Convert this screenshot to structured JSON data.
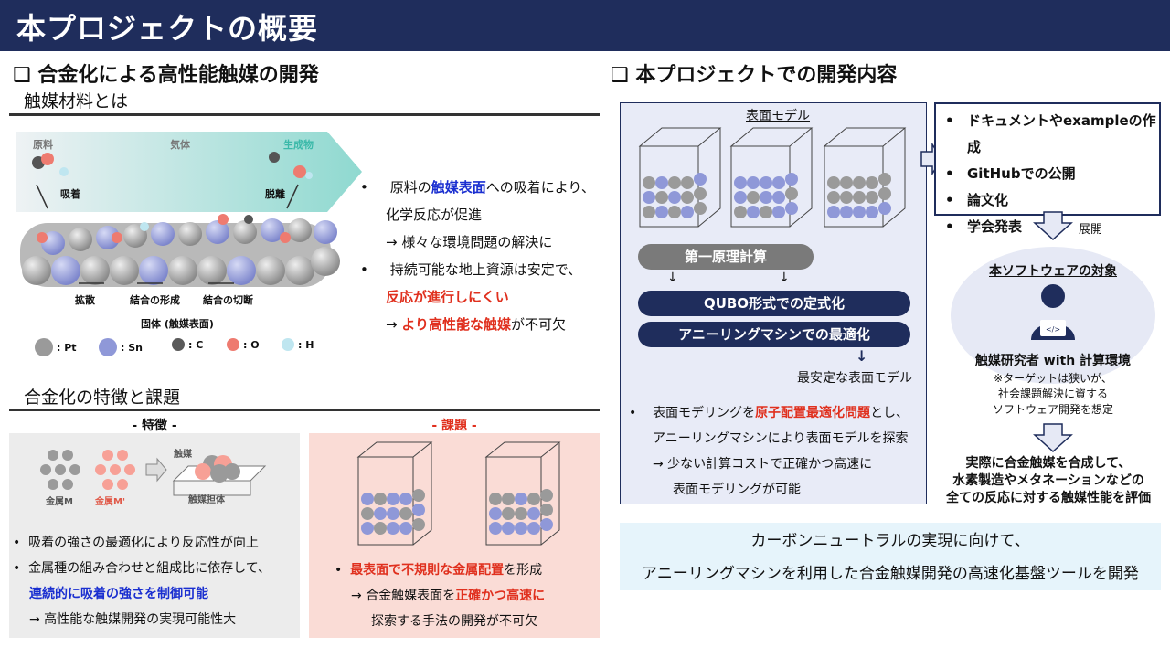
{
  "header": {
    "title": "本プロジェクトの概要"
  },
  "left": {
    "section_title": "❑ 合金化による高性能触媒の開発",
    "sub1": "触媒材料とは",
    "diagram": {
      "raw": "原料",
      "gas": "気体",
      "product": "生成物",
      "adsorb": "吸着",
      "desorb": "脱離",
      "diffuse": "拡散",
      "bond_form": "結合の形成",
      "bond_break": "結合の切断",
      "solid": "固体 (触媒表面)",
      "legend": [
        ": Pt",
        ": Sn",
        ": C",
        ": O",
        ": H"
      ],
      "legend_colors": [
        "#9a9a9a",
        "#8f98d8",
        "#5a5a5a",
        "#ee7b70",
        "#bfe6f0"
      ]
    },
    "bullets1": {
      "b1_pre": "原料の",
      "b1_em": "触媒表面",
      "b1_post": "への吸着により、",
      "b1_line2": "化学反応が促進",
      "b1_line3": "→ 様々な環境問題の解決に",
      "b2_line1": "持続可能な地上資源は安定で、",
      "b2_line2": "反応が進行しにくい",
      "b2_line3_pre": "→ ",
      "b2_line3_em": "より高性能な触媒",
      "b2_line3_post": "が不可欠"
    },
    "sub2": "合金化の特徴と課題",
    "feature": {
      "heading": "- 特徴 -",
      "metalM": "金属M",
      "metalM2": "金属M'",
      "catalyst": "触媒",
      "support": "触媒担体",
      "b1": "吸着の強さの最適化により反応性が向上",
      "b2": "金属種の組み合わせと組成比に依存して、",
      "b2_em": "連続的に吸着の強さを制御可能",
      "b3": "→ 高性能な触媒開発の実現可能性大"
    },
    "issue": {
      "heading": "- 課題 -",
      "b1_em": "最表面で不規則な金属配置",
      "b1_post": "を形成",
      "b2_pre": "→ 合金触媒表面を",
      "b2_em": "正確かつ高速に",
      "b3": "探索する手法の開発が不可欠"
    }
  },
  "right": {
    "section_title": "❑ 本プロジェクトでの開発内容",
    "panel": {
      "surface_model": "表面モデル",
      "first_principles": "第一原理計算",
      "qubo": "QUBO形式での定式化",
      "annealing": "アニーリングマシンでの最適化",
      "stable": "最安定な表面モデル",
      "b1": "表面モデリングを",
      "b1_em": "原子配置最適化問題",
      "b1_post": "とし、",
      "b2": "アニーリングマシンにより表面モデルを探索",
      "b3": "→ 少ない計算コストで正確かつ高速に",
      "b4": "表面モデリングが可能"
    },
    "outputs": [
      "ドキュメントやexampleの作成",
      "GitHubでの公開",
      "論文化",
      "学会発表"
    ],
    "deploy": "展開",
    "target": {
      "title": "本ソフトウェアの対象",
      "who": "触媒研究者 with 計算環境",
      "note1": "※ターゲットは狭いが、",
      "note2": "社会課題解決に資する",
      "note3": "ソフトウェア開発を想定"
    },
    "goal": {
      "l1": "実際に合金触媒を合成して、",
      "l2": "水素製造やメタネーションなどの",
      "l3": "全ての反応に対する触媒性能を評価"
    },
    "banner": {
      "l1": "カーボンニュートラルの実現に向けて、",
      "l2": "アニーリングマシンを利用した合金触媒開発の高速化基盤ツールを開発"
    }
  }
}
